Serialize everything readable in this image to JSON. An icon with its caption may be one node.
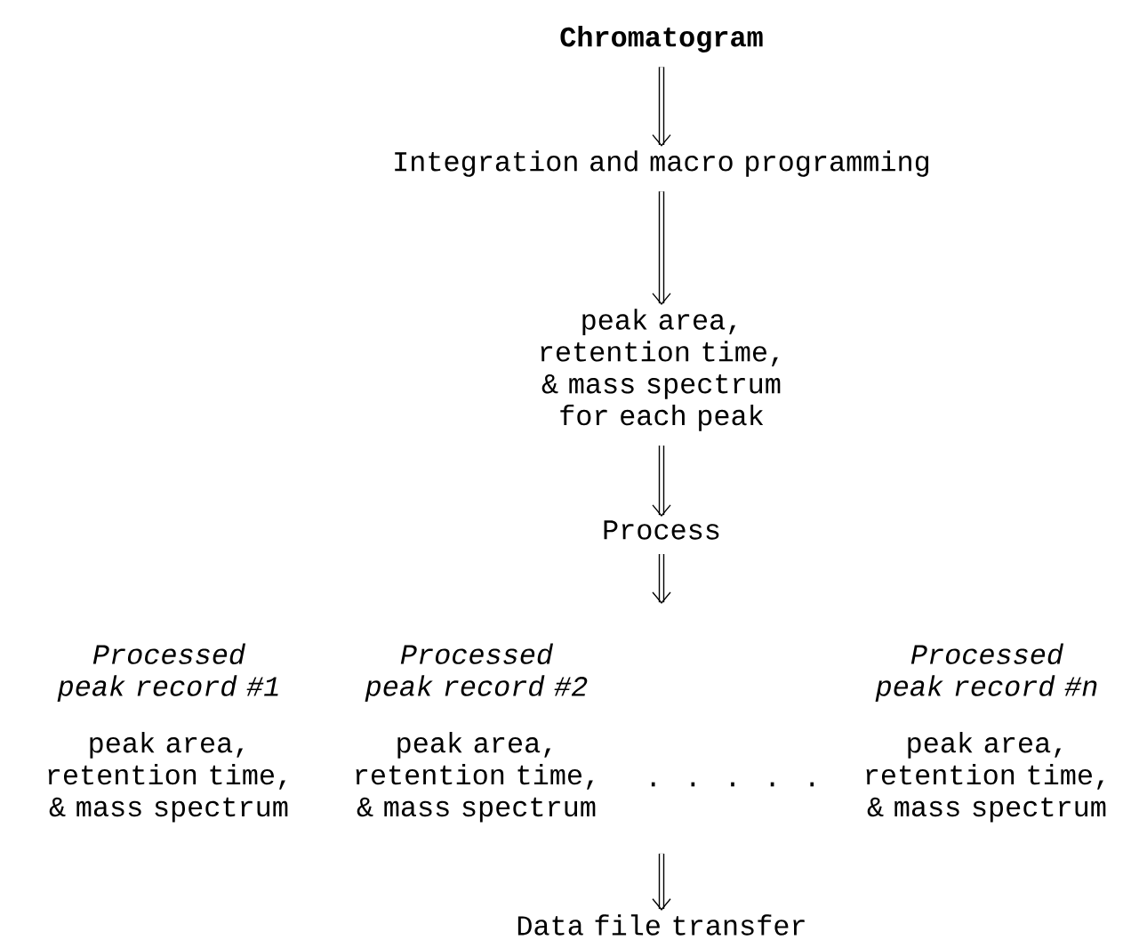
{
  "diagram": {
    "nodes": [
      {
        "text": [
          "Chromatogram"
        ]
      },
      {
        "text": [
          "Integration and macro programming"
        ]
      },
      {
        "text": [
          "peak area, retention time, & mass spectrum for each peak"
        ]
      },
      {
        "text": [
          "Process"
        ]
      },
      {
        "text": [
          "Processed peak record #1",
          "peak area, retention time, & mass spectrum"
        ]
      },
      {
        "text": [
          "Processed peak record #2",
          "peak area, retention time, & mass spectrum"
        ]
      },
      {
        "text": [
          "Processed peak record #n",
          "peak area, retention time, & mass spectrum"
        ]
      },
      {
        "text": [
          "Data file transfer"
        ]
      }
    ],
    "edges": [
      {
        "from": 0,
        "to": 1,
        "arrow": "to"
      },
      {
        "from": 1,
        "to": 2,
        "arrow": "to"
      },
      {
        "from": 2,
        "to": 3,
        "arrow": "to"
      },
      {
        "from": 3,
        "to": null,
        "arrow": "to"
      },
      {
        "from": null,
        "to": 7,
        "arrow": "to"
      }
    ],
    "labels": [
      ". . . . ."
    ]
  }
}
